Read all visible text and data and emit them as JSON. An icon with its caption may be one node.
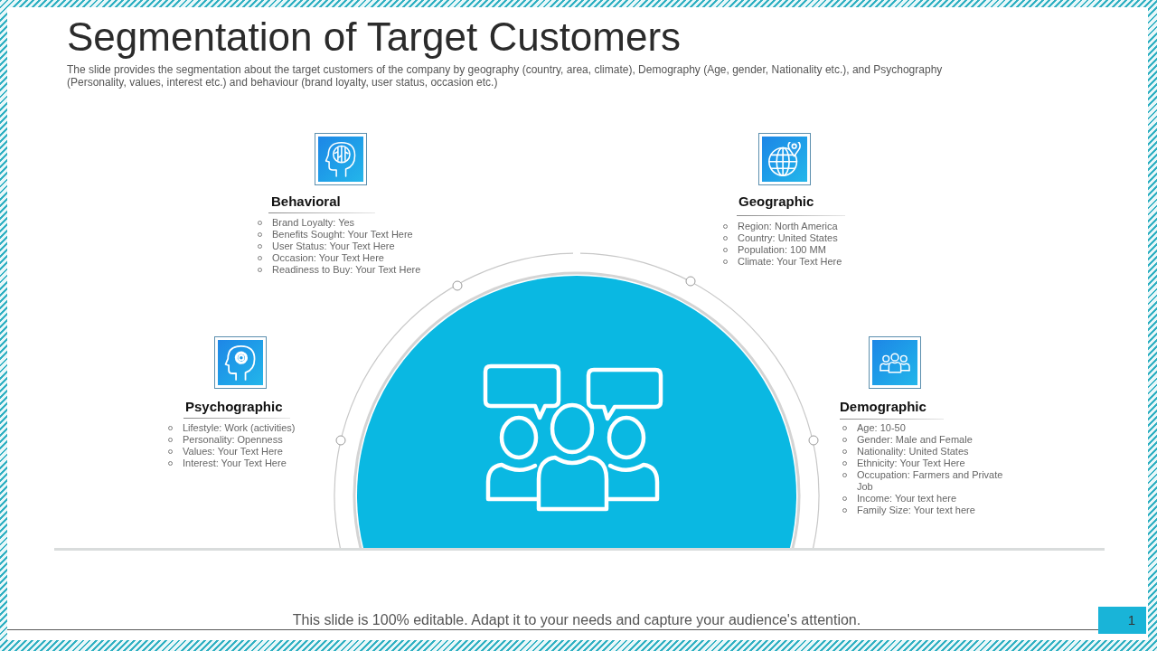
{
  "diagram": {
    "title": "Segmentation of Target Customers",
    "nodes": [
      {
        "text": [
          "Behavioral",
          "Brand Loyalty: Yes",
          "Benefits Sought: Your Text Here",
          "User Status: Your Text Here",
          "Occasion: Your Text Here",
          "Readiness to Buy: Your Text Here"
        ]
      },
      {
        "text": [
          "Geographic",
          "Region: North America",
          "Country: United States",
          "Population: 100 MM",
          "Climate: Your Text Here"
        ]
      },
      {
        "text": [
          "Psychographic",
          "Lifestyle: Work (activities)",
          "Personality: Openness",
          "Values: Your Text Here",
          "Interest: Your Text Here"
        ]
      },
      {
        "text": [
          "Demographic",
          "Age: 10-50",
          "Gender: Male and Female",
          "Nationality: United States",
          "Ethnicity: Your Text Here",
          "Occupation: Farmers and Private Job",
          "Income: Your text here",
          "Family Size: Your text here"
        ]
      }
    ],
    "labels": [
      "The slide provides the segmentation about the target customers of the company by geography (country, area, climate), Demography (Age, gender, Nationality etc.), and Psychography (Personality, values, interest etc.) and behaviour (brand loyalty, user status, occasion etc.)",
      "This slide is 100% editable. Adapt it to your needs and capture your audience's attention.",
      "1"
    ]
  }
}
